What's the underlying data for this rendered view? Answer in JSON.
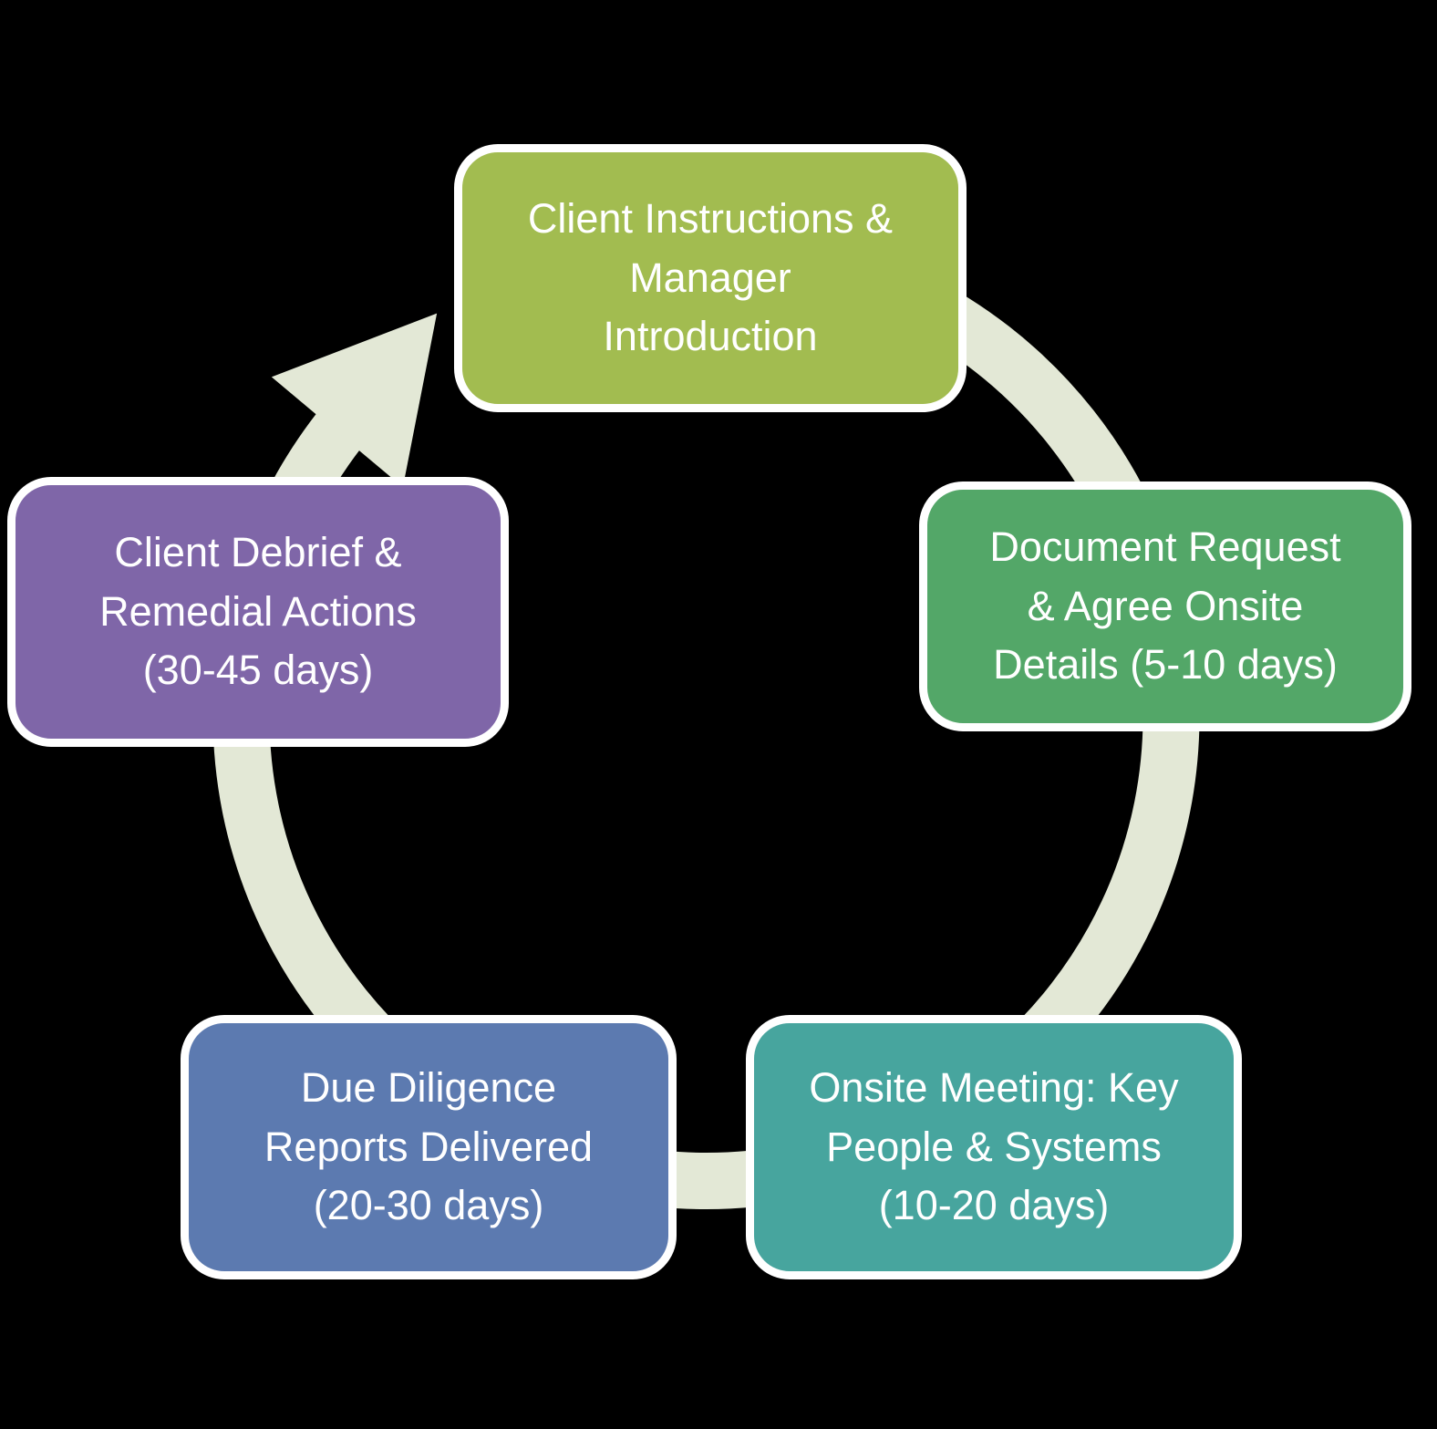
{
  "colors": {
    "background": "#000000",
    "ring": "#e3e8d6",
    "box_border": "#ffffff",
    "text": "#ffffff"
  },
  "steps": [
    {
      "name": "client-instructions",
      "color": "#a2bc50",
      "label": "Client Instructions & Manager Introduction",
      "lines": [
        "Client Instructions &",
        "Manager",
        "Introduction"
      ]
    },
    {
      "name": "document-request",
      "color": "#53a768",
      "label": "Document Request & Agree Onsite Details (5-10 days)",
      "lines": [
        "Document Request",
        "& Agree Onsite",
        "Details (5-10 days)"
      ]
    },
    {
      "name": "onsite-meeting",
      "color": "#47a59e",
      "label": "Onsite Meeting: Key People & Systems (10-20 days)",
      "lines": [
        "Onsite Meeting: Key",
        "People & Systems",
        "(10-20 days)"
      ]
    },
    {
      "name": "due-diligence-reports",
      "color": "#5c7ab0",
      "label": "Due Diligence Reports Delivered (20-30 days)",
      "lines": [
        "Due Diligence",
        "Reports Delivered",
        "(20-30 days)"
      ]
    },
    {
      "name": "client-debrief",
      "color": "#7f66a8",
      "label": "Client Debrief & Remedial Actions (30-45 days)",
      "lines": [
        "Client Debrief &",
        "Remedial Actions",
        "(30-45 days)"
      ]
    }
  ]
}
